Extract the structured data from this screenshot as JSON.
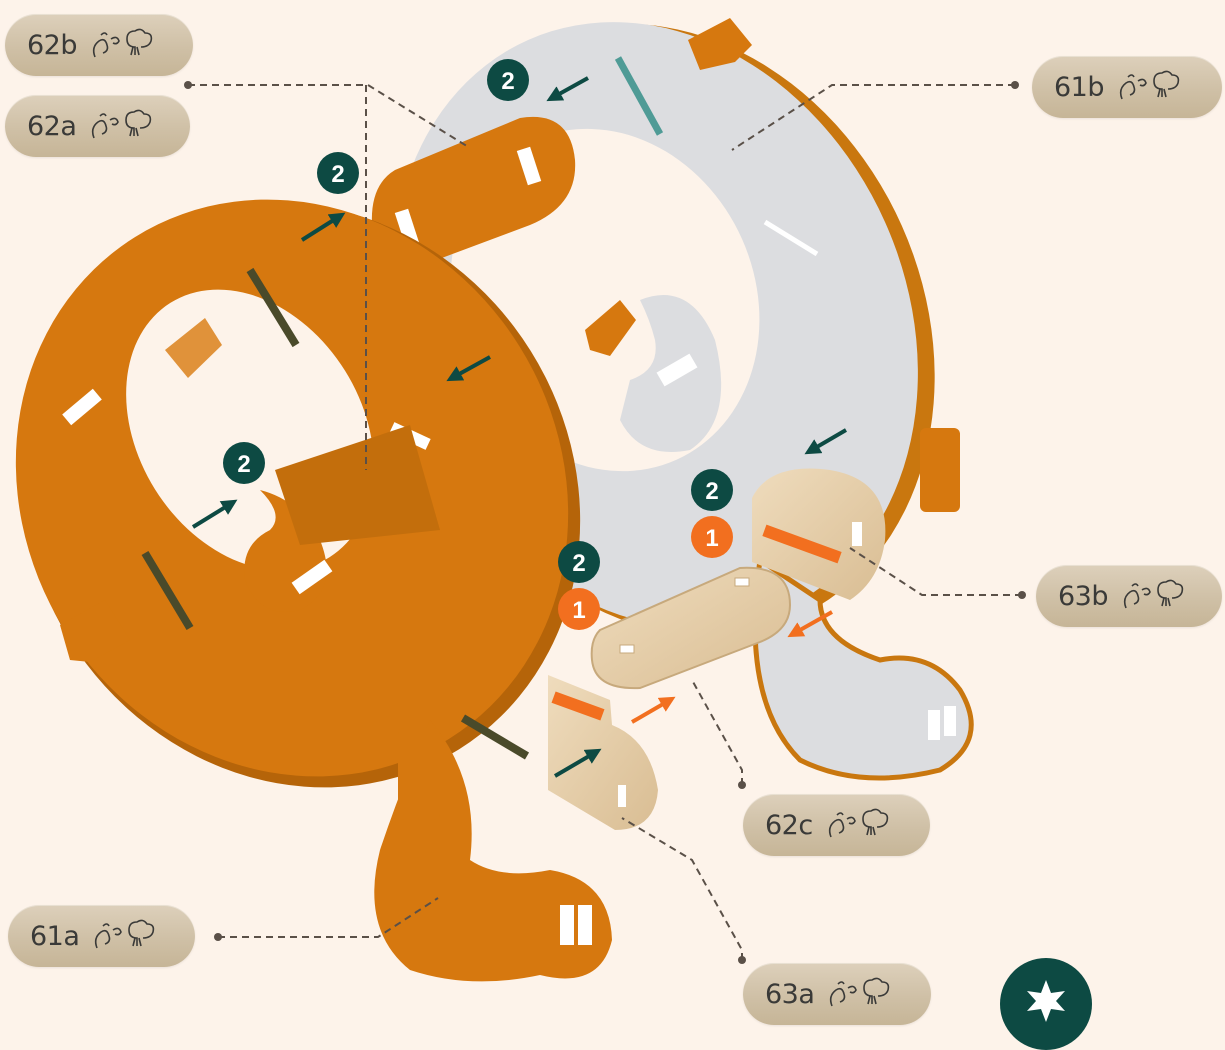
{
  "colors": {
    "background": "#fdf3ea",
    "orange_part": "#d6780f",
    "grey_part": "#dcdde0",
    "step2_badge": "#0d4a43",
    "step1_badge": "#f26f1f",
    "leader_line": "#5a5048"
  },
  "parts": [
    {
      "id": "62b",
      "label": "62b",
      "icon": "squirrel-tree-icon"
    },
    {
      "id": "62a",
      "label": "62a",
      "icon": "squirrel-tree-icon"
    },
    {
      "id": "61b",
      "label": "61b",
      "icon": "squirrel-tree-icon"
    },
    {
      "id": "63b",
      "label": "63b",
      "icon": "squirrel-tree-icon"
    },
    {
      "id": "62c",
      "label": "62c",
      "icon": "squirrel-tree-icon"
    },
    {
      "id": "61a",
      "label": "61a",
      "icon": "squirrel-tree-icon"
    },
    {
      "id": "63a",
      "label": "63a",
      "icon": "squirrel-tree-icon"
    }
  ],
  "steps": {
    "step_1": "1",
    "step_2": "2"
  },
  "badge": {
    "icon": "star-icon"
  }
}
